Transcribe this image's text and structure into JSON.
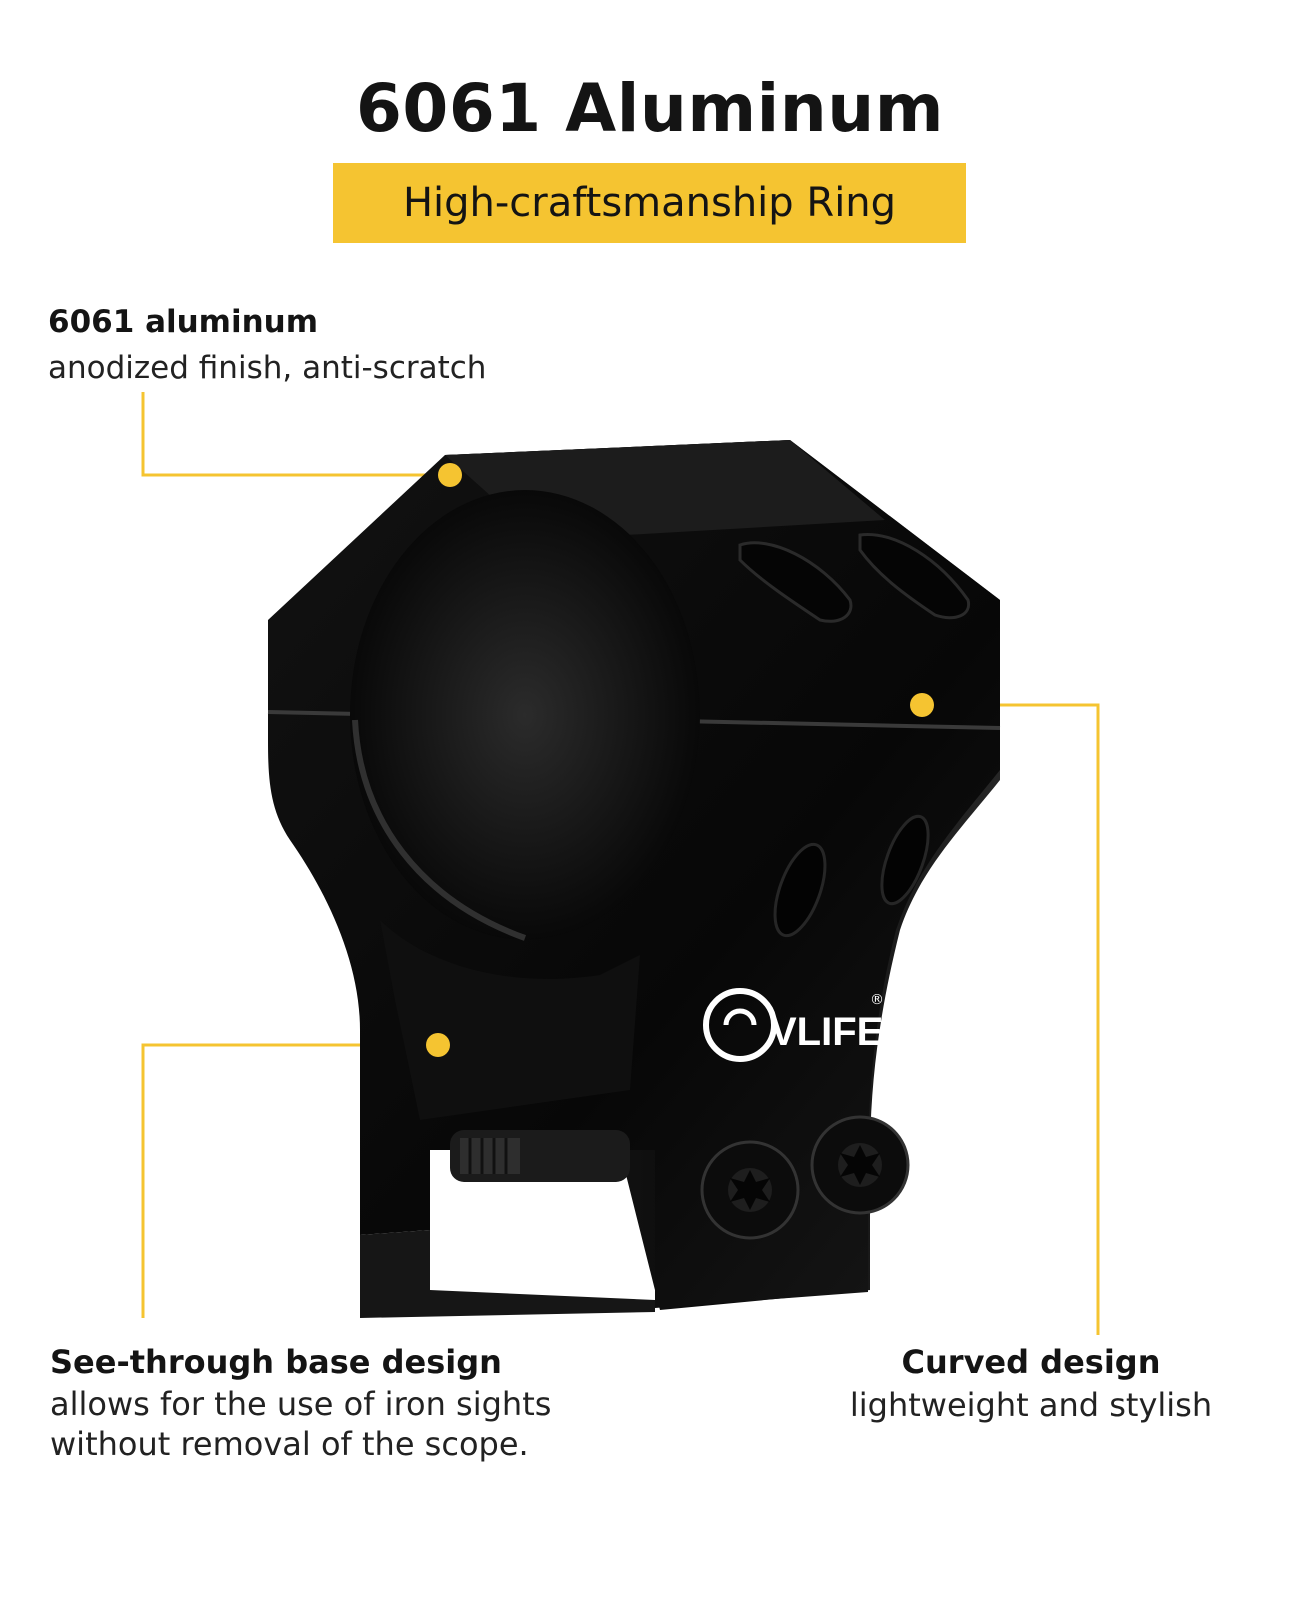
{
  "header": {
    "title": "6061 Aluminum",
    "subtitle": "High-craftsmanship Ring",
    "accent_color": "#F5C431"
  },
  "callouts": {
    "material": {
      "heading": "6061 aluminum",
      "description": "anodized finish, anti-scratch"
    },
    "base": {
      "heading": "See-through base design",
      "description_line1": "allows for the use of iron sights",
      "description_line2": "without removal of the scope."
    },
    "curve": {
      "heading": "Curved design",
      "description": "lightweight and stylish"
    }
  },
  "product": {
    "brand": "VLIFE",
    "registered_mark": "®",
    "icons": [
      "scope-ring-illustration",
      "brand-logo-icon",
      "torx-screw-icon"
    ]
  }
}
